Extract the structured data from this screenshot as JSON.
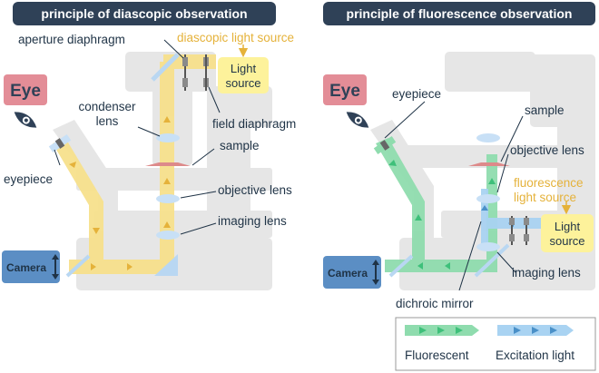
{
  "left_panel": {
    "title": "principle of diascopic observation",
    "eye_label": "Eye",
    "light_source_line1": "Light",
    "light_source_line2": "source",
    "camera_label": "Camera",
    "labels": {
      "aperture_diaphragm": "aperture diaphragm",
      "diascopic_light_source": "diascopic light source",
      "condenser_line1": "condenser",
      "condenser_line2": "lens",
      "field_diaphragm": "field diaphragm",
      "sample": "sample",
      "eyepiece": "eyepiece",
      "objective_lens": "objective lens",
      "imaging_lens": "imaging lens"
    }
  },
  "right_panel": {
    "title": "principle of fluorescence observation",
    "eye_label": "Eye",
    "light_source_line1": "Light",
    "light_source_line2": "source",
    "camera_label": "Camera",
    "labels": {
      "eyepiece": "eyepiece",
      "sample": "sample",
      "objective_lens": "objective lens",
      "fluorescence_line1": "fluorescence",
      "fluorescence_line2": "light source",
      "imaging_lens": "imaging lens",
      "dichroic_mirror": "dichroic mirror"
    },
    "legend": {
      "fluorescent": "Fluorescent",
      "excitation": "Excitation light"
    }
  },
  "colors": {
    "title_bg": "#2f4157",
    "microscope_body": "#e6e6e6",
    "label_text": "#1f3346",
    "accent_yellow": "#e5b23a",
    "diascopic_beam": "#f7e08c",
    "fluorescent_beam": "#8fdcae",
    "excitation_beam": "#a9d3f2",
    "eye_box": "#e38d97",
    "light_box": "#fdf29b",
    "camera_box": "#5b8ec4",
    "lens": "#c8e0f6"
  },
  "icons": [
    "eye-icon",
    "double-arrow-icon"
  ]
}
